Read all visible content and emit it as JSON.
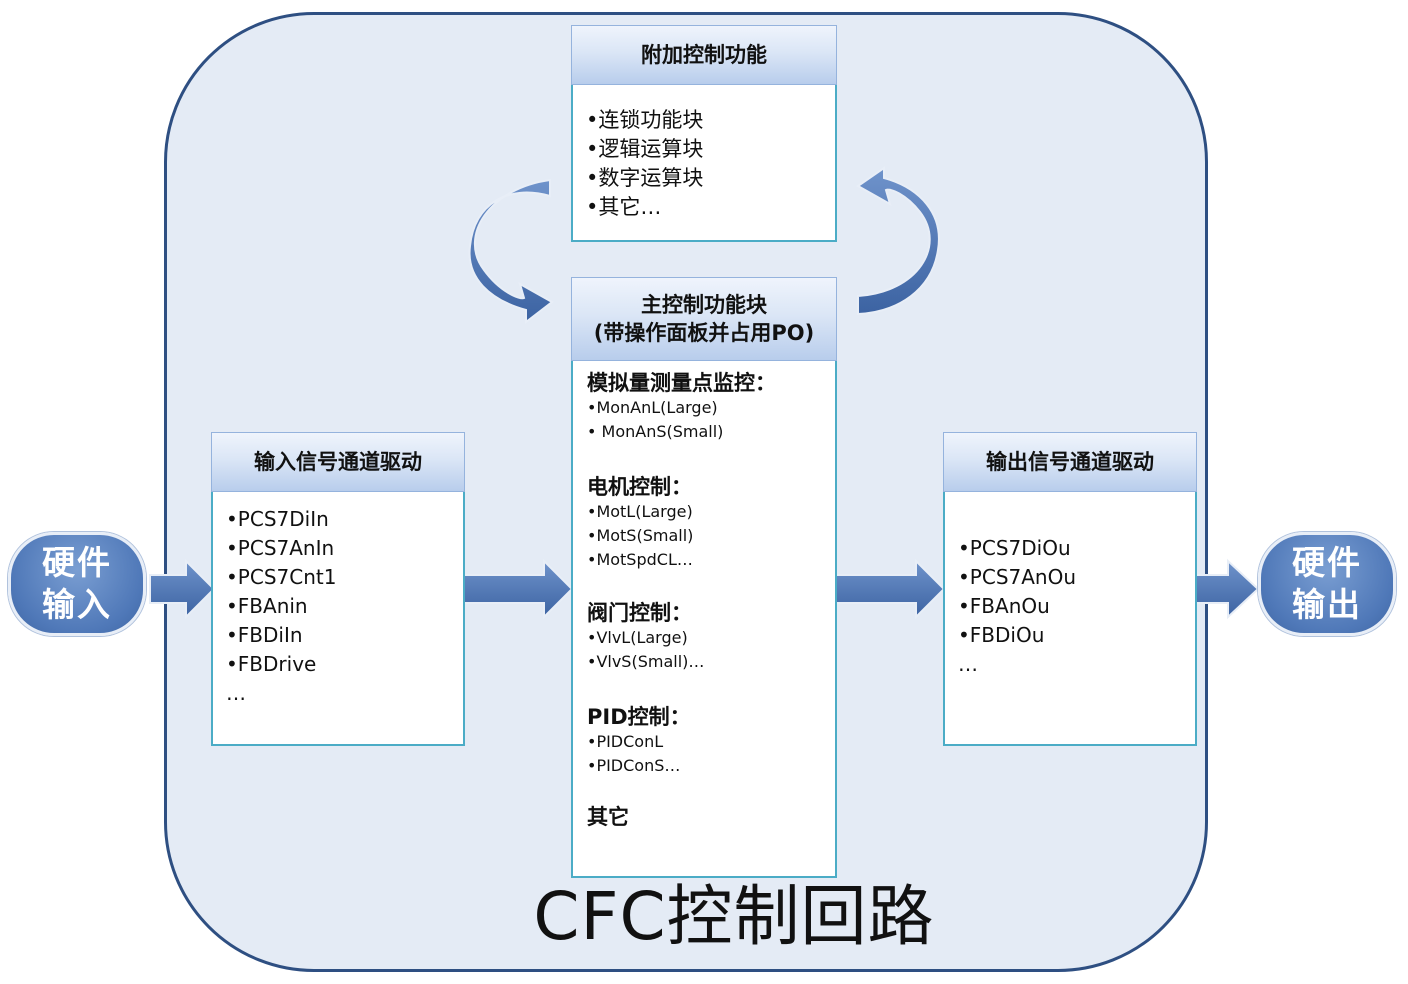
{
  "footer_title": "CFC控制回路",
  "hardware_input": {
    "line1": "硬件",
    "line2": "输入"
  },
  "hardware_output": {
    "line1": "硬件",
    "line2": "输出"
  },
  "input_box": {
    "title": "输入信号通道驱动",
    "items": [
      "•PCS7DiIn",
      "•PCS7AnIn",
      "•PCS7Cnt1",
      "•FBAnin",
      "•FBDiIn",
      "•FBDrive",
      "…"
    ]
  },
  "output_box": {
    "title": "输出信号通道驱动",
    "items": [
      "•PCS7DiOu",
      "•PCS7AnOu",
      "•FBAnOu",
      "•FBDiOu",
      "…"
    ]
  },
  "extra_box": {
    "title": "附加控制功能",
    "items": [
      "•连锁功能块",
      "•逻辑运算块",
      "•数字运算块",
      "•其它…"
    ]
  },
  "main_box": {
    "title_line1": "主控制功能块",
    "title_line2": "(带操作面板并占用PO)",
    "sections": [
      {
        "title": "模拟量测量点监控：",
        "items": [
          "•MonAnL(Large)",
          "• MonAnS(Small)"
        ]
      },
      {
        "title": "电机控制：",
        "items": [
          "•MotL(Large)",
          "•MotS(Small)",
          "•MotSpdCL…"
        ]
      },
      {
        "title": "阀门控制：",
        "items": [
          "•VlvL(Large)",
          "•VlvS(Small)…"
        ]
      },
      {
        "title": "PID控制：",
        "items": [
          "•PIDConL",
          "•PIDConS…"
        ]
      }
    ],
    "other": "其它"
  },
  "colors": {
    "container_fill": "#e4ebf5",
    "container_border": "#2e4f82",
    "box_border": "#4bacc6",
    "arrow_fill": "#4f78b8",
    "hardware_fill": "#4f78b8"
  }
}
